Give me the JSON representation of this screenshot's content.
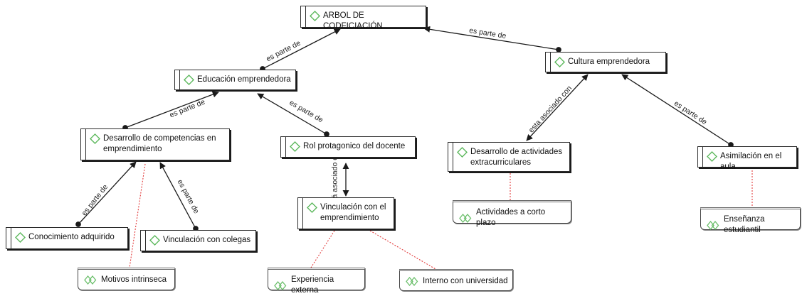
{
  "colors": {
    "code_icon": "#5cb85c",
    "memo_icon": "#6bbf6b",
    "link": "#1a1a1a",
    "memo_link": "#e23b3b"
  },
  "codes": {
    "root": "ARBOL DE CODFICIACIÓN",
    "educacion": "Educación emprendedora",
    "cultura": "Cultura emprendedora",
    "desarrollo_comp": "Desarrollo de competencias en emprendimiento",
    "rol": "Rol protagonico del docente",
    "desarrollo_act": "Desarrollo de actividades extracurriculares",
    "asimilacion": "Asimilación en el aula",
    "vinculacion_emp": "Vinculación con el emprendimiento",
    "conocimiento": "Conocimiento adquirido",
    "vinculacion_col": "Vinculación con colegas"
  },
  "memos": {
    "actividades": "Actividades a corto plazo",
    "ensenanza": "Enseñanza estudiantil",
    "motivos": "Motivos intrinseca",
    "experiencia": "Experiencia externa",
    "interno": "Interno con universidad"
  },
  "links": {
    "es_parte_de": "es parte de",
    "esta_asociado_con": "esta asociado con",
    "esta_asociado_partial": "á asociado c"
  }
}
